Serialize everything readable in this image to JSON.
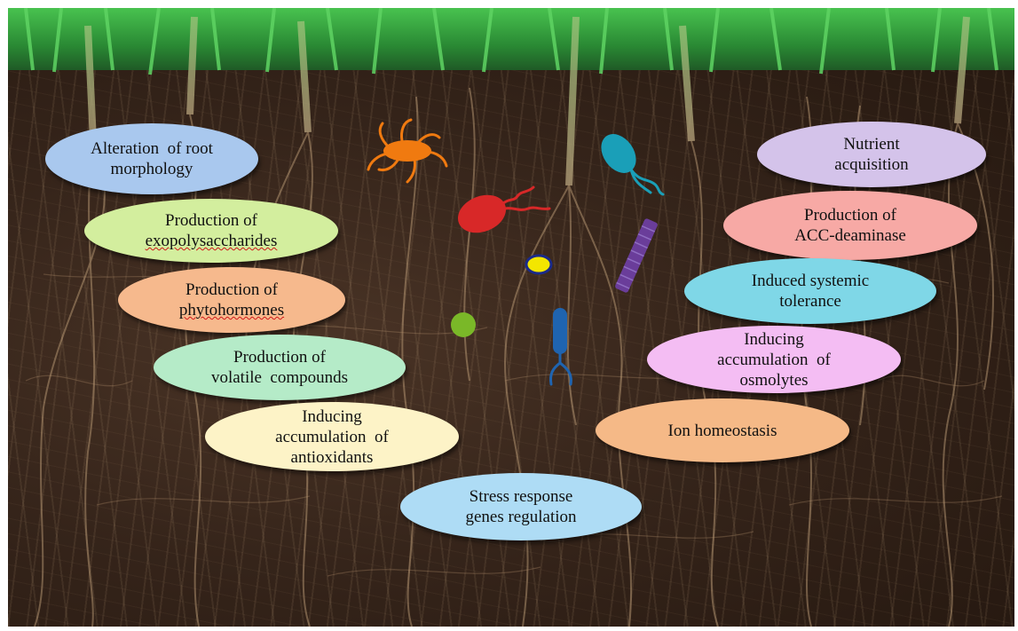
{
  "bubbles": {
    "root_morphology": {
      "line1": "Alteration  of root",
      "line2": "morphology",
      "color": "#a9c8ee"
    },
    "exopolysaccharides": {
      "line1": "Production of",
      "line2": "exopolysaccharides",
      "color": "#d3ee9e"
    },
    "phytohormones": {
      "line1": "Production of",
      "line2": "phytohormones",
      "color": "#f6b98d"
    },
    "volatile_compounds": {
      "line1": "Production of",
      "line2": "volatile  compounds",
      "color": "#b5ebc8"
    },
    "antioxidants": {
      "line1": "Inducing",
      "line2": "accumulation  of",
      "line3": "antioxidants",
      "color": "#fdf3c7"
    },
    "stress_genes": {
      "line1": "Stress response",
      "line2": "genes regulation",
      "color": "#aedcf5"
    },
    "nutrient": {
      "line1": "Nutrient",
      "line2": "acquisition",
      "color": "#d4c3ea"
    },
    "acc_deaminase": {
      "line1": "Production of",
      "line2": "ACC-deaminase",
      "color": "#f7a9a5"
    },
    "systemic_tolerance": {
      "line1": "Induced systemic",
      "line2": "tolerance",
      "color": "#7fd7e7"
    },
    "osmolytes": {
      "line1": "Inducing",
      "line2": "accumulation  of",
      "line3": "osmolytes",
      "color": "#f4bdf3"
    },
    "ion_homeostasis": {
      "line1": "Ion homeostasis",
      "color": "#f5b987"
    }
  },
  "microbes": {
    "orange": "#f07a10",
    "red": "#d82828",
    "cyan": "#1a9fb8",
    "purple": "#6a3d9a",
    "yellow": "#f3e600",
    "green": "#7ab828",
    "blue": "#1f64b0"
  },
  "scene_colors": {
    "grass": "#2f9a3a",
    "soil": "#35241a",
    "root": "#c9a880"
  }
}
